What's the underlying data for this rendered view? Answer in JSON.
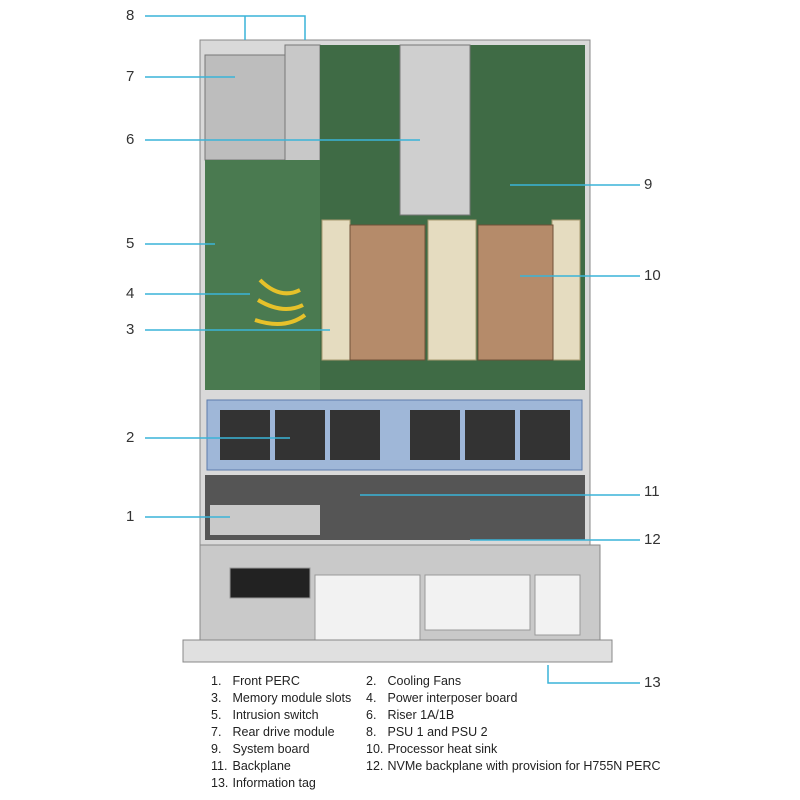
{
  "accent_color": "#3ab4d8",
  "callouts": [
    "1",
    "2",
    "3",
    "4",
    "5",
    "6",
    "7",
    "8",
    "9",
    "10",
    "11",
    "12",
    "13"
  ],
  "legend": [
    {
      "num": "1.",
      "label": "Front PERC"
    },
    {
      "num": "2.",
      "label": "Cooling Fans"
    },
    {
      "num": "3.",
      "label": "Memory module slots"
    },
    {
      "num": "4.",
      "label": "Power interposer board"
    },
    {
      "num": "5.",
      "label": "Intrusion switch"
    },
    {
      "num": "6.",
      "label": "Riser 1A/1B"
    },
    {
      "num": "7.",
      "label": "Rear drive module"
    },
    {
      "num": "8.",
      "label": "PSU 1 and PSU 2"
    },
    {
      "num": "9.",
      "label": "System board"
    },
    {
      "num": "10.",
      "label": "Processor heat sink"
    },
    {
      "num": "11.",
      "label": "Backplane"
    },
    {
      "num": "12.",
      "label": "NVMe backplane with provision for H755N PERC"
    },
    {
      "num": "13.",
      "label": "Information tag"
    }
  ]
}
